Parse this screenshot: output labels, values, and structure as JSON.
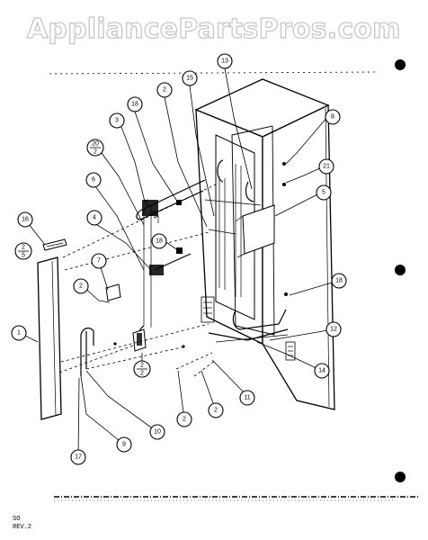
{
  "watermark": "AppliancePartsPros.com",
  "revision": {
    "line1": "SO",
    "line2": "REV.2"
  },
  "callouts": [
    {
      "label": "13"
    },
    {
      "label": "2"
    },
    {
      "label": "15"
    },
    {
      "label": "18"
    },
    {
      "label": "8"
    },
    {
      "label": "3"
    },
    {
      "label": "20"
    },
    {
      "label": "21"
    },
    {
      "label": "6"
    },
    {
      "label": "5"
    },
    {
      "label": "16"
    },
    {
      "label": "4"
    },
    {
      "label": "18"
    },
    {
      "label": "2"
    },
    {
      "label": "7"
    },
    {
      "label": "2"
    },
    {
      "label": "18"
    },
    {
      "label": "1"
    },
    {
      "label": "12"
    },
    {
      "label": "14"
    },
    {
      "label": "2"
    },
    {
      "label": "11"
    },
    {
      "label": "2"
    },
    {
      "label": "2"
    },
    {
      "label": "10"
    },
    {
      "label": "9"
    },
    {
      "label": "17"
    }
  ],
  "fractions": [
    {
      "top": "20",
      "bottom": "2"
    },
    {
      "top": "2",
      "bottom": "5"
    },
    {
      "top": "2",
      "bottom": "2"
    }
  ]
}
